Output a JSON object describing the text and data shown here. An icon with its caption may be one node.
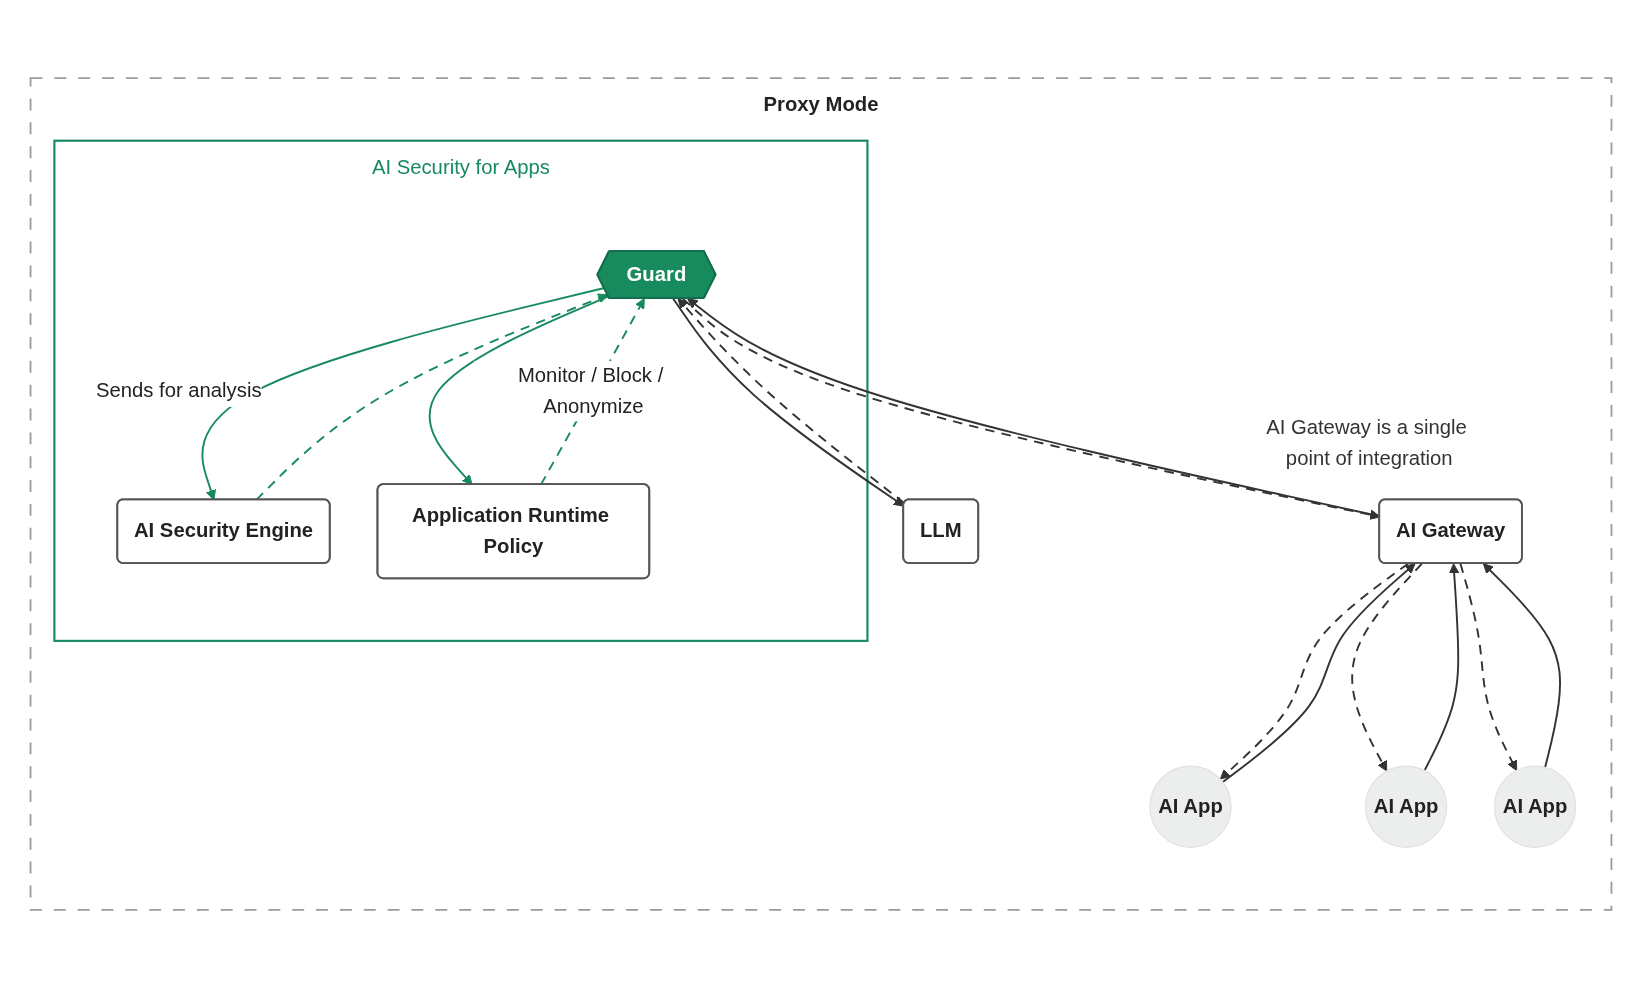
{
  "diagram": {
    "nodes": [
      {
        "text": [
          "Proxy Mode"
        ]
      },
      {
        "text": [
          "AI Gateway"
        ],
        "beside": [
          "AI Gateway is a single point of integration"
        ],
        "in": 0
      },
      {
        "text": [
          "AI App"
        ],
        "in": 0
      },
      {
        "text": [
          "AI App"
        ],
        "in": 0
      },
      {
        "text": [
          "AI App"
        ],
        "in": 0
      },
      {
        "text": [
          "AI Security for Apps"
        ],
        "in": 0
      },
      {
        "text": [
          "Guard"
        ],
        "in": 5
      },
      {
        "text": [
          "AI Security Engine"
        ],
        "in": 5
      },
      {
        "text": [
          "Application Runtime Policy"
        ],
        "in": 5
      },
      {
        "text": [
          "LLM"
        ],
        "in": 0
      }
    ],
    "edges": [
      {
        "from": 2,
        "to": 1,
        "arrow": "to"
      },
      {
        "from": 1,
        "to": 2,
        "arrow": "to",
        "style": "dashed"
      },
      {
        "from": 3,
        "to": 1,
        "arrow": "to"
      },
      {
        "from": 1,
        "to": 3,
        "arrow": "to",
        "style": "dashed"
      },
      {
        "from": 4,
        "to": 1,
        "arrow": "to"
      },
      {
        "from": 1,
        "to": 4,
        "arrow": "to",
        "style": "dashed"
      },
      {
        "from": 1,
        "to": 6,
        "arrow": "to"
      },
      {
        "from": 6,
        "to": 1,
        "arrow": "to",
        "style": "dashed"
      },
      {
        "from": 6,
        "to": 9,
        "arrow": "to"
      },
      {
        "from": 9,
        "to": 6,
        "arrow": "to",
        "style": "dashed"
      },
      {
        "from": 6,
        "to": 7,
        "arrow": "to",
        "label": "Sends for analysis",
        "color": "#178a5e"
      },
      {
        "from": 7,
        "to": 6,
        "arrow": "to",
        "style": "dashed",
        "color": "#178a5e"
      },
      {
        "from": 6,
        "to": 8,
        "arrow": "to",
        "color": "#178a5e"
      },
      {
        "from": 8,
        "to": 6,
        "arrow": "to",
        "style": "dashed",
        "label": "Monitor / Block / Anonymize",
        "color": "#178a5e"
      }
    ]
  }
}
